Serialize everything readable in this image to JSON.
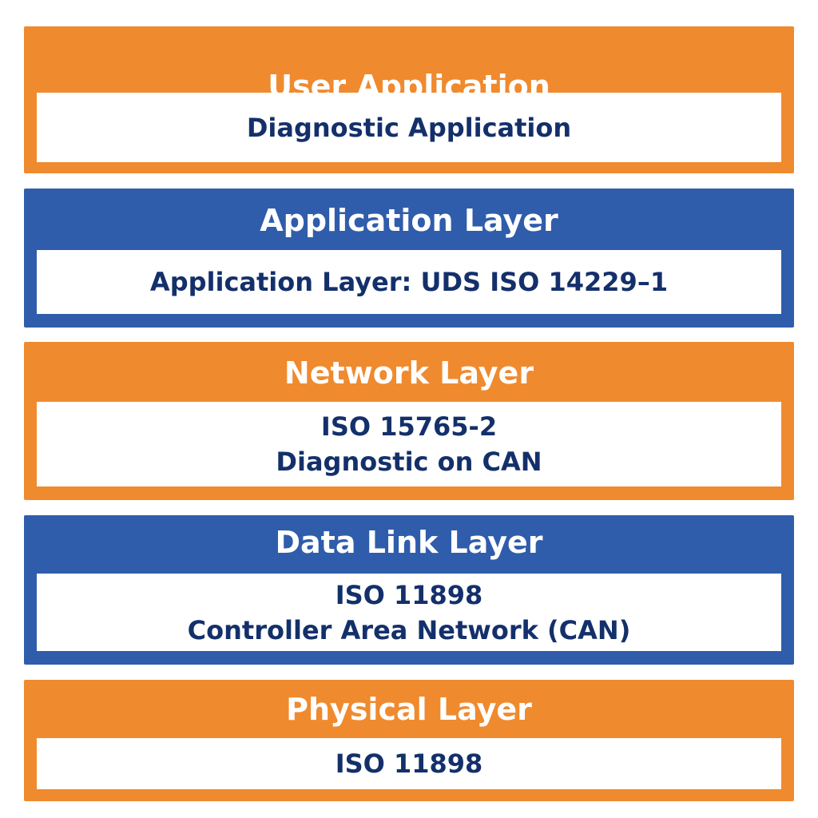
{
  "colors": {
    "orange": "#F08A2E",
    "blue": "#2F5DAB",
    "text_dark": "#14306B",
    "box_bg": "#FFFFFF"
  },
  "layers": [
    {
      "title": "User Application",
      "color": "orange",
      "lines": [
        "Diagnostic Application"
      ]
    },
    {
      "title": "Application Layer",
      "color": "blue",
      "lines": [
        "Application Layer: UDS ISO 14229–1"
      ]
    },
    {
      "title": "Network Layer",
      "color": "orange",
      "lines": [
        "ISO 15765-2",
        "Diagnostic on CAN"
      ]
    },
    {
      "title": "Data Link Layer",
      "color": "blue",
      "lines": [
        "ISO 11898",
        "Controller Area Network (CAN)"
      ]
    },
    {
      "title": "Physical Layer",
      "color": "orange",
      "lines": [
        "ISO 11898"
      ]
    }
  ]
}
